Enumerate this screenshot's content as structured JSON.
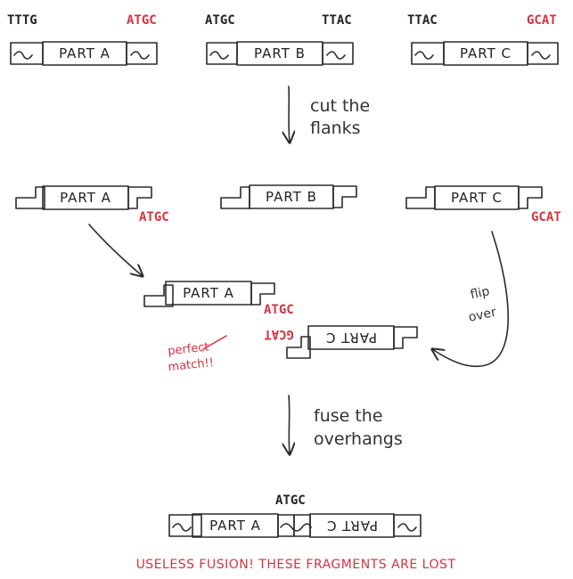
{
  "colors": {
    "blue": "#1aa3c0",
    "green": "#6cc13a",
    "orange": "#f6a623",
    "red": "#e8474f",
    "red_text": "#d63340",
    "ink": "#2b2b2b"
  },
  "top_row": {
    "part_a": {
      "left_code": "TTTG",
      "right_code": "ATGC",
      "label": "PART A"
    },
    "part_b": {
      "left_code": "ATGC",
      "right_code": "TTAC",
      "label": "PART B"
    },
    "part_c": {
      "left_code": "TTAC",
      "right_code": "GCAT",
      "label": "PART C"
    }
  },
  "step1": {
    "caption_line1": "cut the",
    "caption_line2": "flanks"
  },
  "cut_row": {
    "part_a": {
      "label": "PART A",
      "code": "ATGC"
    },
    "part_b": {
      "label": "PART B"
    },
    "part_c": {
      "label": "PART C",
      "code": "GCAT"
    }
  },
  "flip": {
    "caption_line1": "flip",
    "caption_line2": "over"
  },
  "match": {
    "part_a_label": "PART A",
    "code_top": "ATGC",
    "code_flipped": "GCAT",
    "flipped_label": "PART C",
    "note_line1": "perfect",
    "note_line2": "match!!"
  },
  "step2": {
    "caption_line1": "fuse the",
    "caption_line2": "overhangs"
  },
  "result": {
    "code": "ATGC",
    "part_a_label": "PART A",
    "part_c_label": "PART C",
    "footer": "USELESS FUSION! THESE FRAGMENTS ARE LOST"
  }
}
